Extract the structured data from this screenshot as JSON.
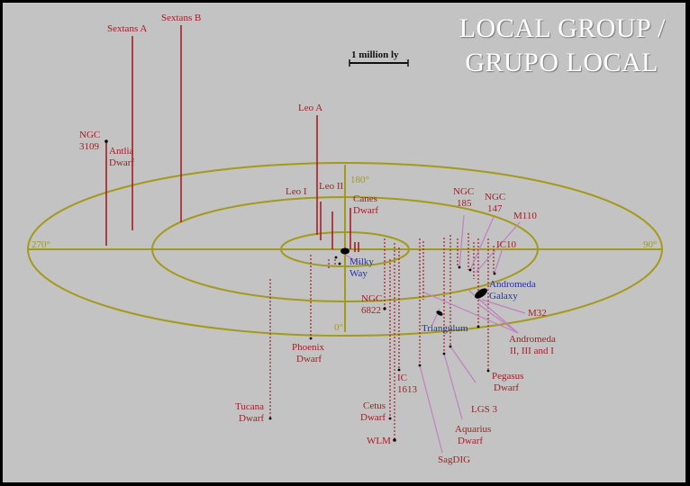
{
  "title": {
    "line1": "LOCAL GROUP /",
    "line2": "GRUPO LOCAL"
  },
  "scale_bar": {
    "label": "1 million ly"
  },
  "angles": {
    "a0": "0°",
    "a90": "90°",
    "a180": "180°",
    "a270": "270°"
  },
  "colors": {
    "background": "#c3c3c3",
    "frame": "#000000",
    "ring": "#a39a1c",
    "label_red": "#a41e24",
    "label_blue": "#2233a6",
    "leader_pink": "#c080c0"
  },
  "labels": {
    "sextans_a": "Sextans A",
    "sextans_b": "Sextans B",
    "ngc3109_1": "NGC",
    "ngc3109_2": "3109",
    "antlia_1": "Antlia",
    "antlia_2": "Dwarf",
    "leo_a": "Leo A",
    "leo_i": "Leo I",
    "leo_ii": "Leo II",
    "canes_1": "Canes",
    "canes_2": "Dwarf",
    "milky_1": "Milky",
    "milky_2": "Way",
    "ngc6822_1": "NGC",
    "ngc6822_2": "6822",
    "phoenix_1": "Phoenix",
    "phoenix_2": "Dwarf",
    "tucana_1": "Tucana",
    "tucana_2": "Dwarf",
    "ic1613_1": "IC",
    "ic1613_2": "1613",
    "cetus_1": "Cetus",
    "cetus_2": "Dwarf",
    "wlm": "WLM",
    "ngc185_1": "NGC",
    "ngc185_2": "185",
    "ngc147_1": "NGC",
    "ngc147_2": "147",
    "m110": "M110",
    "ic10": "IC10",
    "andromeda_1": "Andromeda",
    "andromeda_2": "Galaxy",
    "m32": "M32",
    "andro123_1": "Andromeda",
    "andro123_2": "II, III and I",
    "triangulum": "Triangulum",
    "pegasus_1": "Pegasus",
    "pegasus_2": "Dwarf",
    "lgs3": "LGS 3",
    "aquarius_1": "Aquarius",
    "aquarius_2": "Dwarf",
    "sagdig": "SagDIG"
  }
}
